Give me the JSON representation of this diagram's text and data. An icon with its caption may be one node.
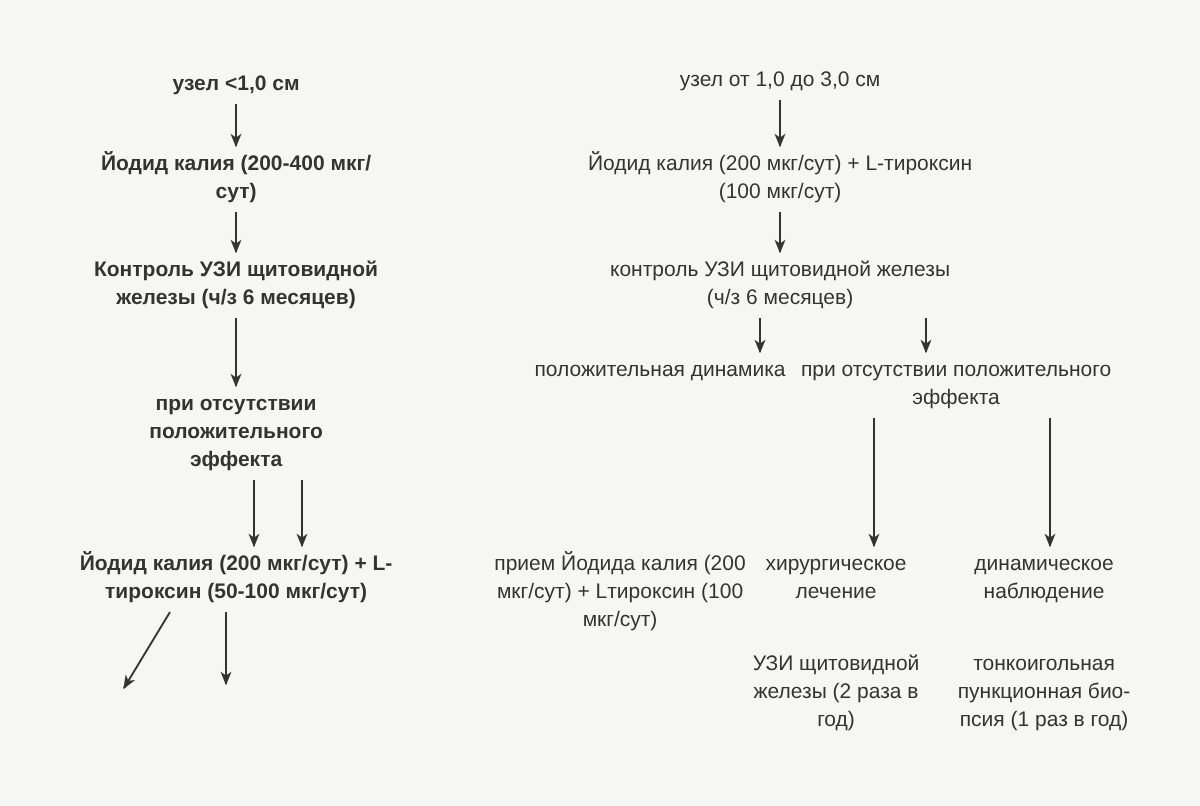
{
  "diagram": {
    "nodes": [
      {
        "text": [
          "узел <1,0 см"
        ]
      },
      {
        "text": [
          "Йодид калия (200-400 мкг/сут)"
        ]
      },
      {
        "text": [
          "Контроль УЗИ щитовидной железы (ч/з 6 месяцев)"
        ]
      },
      {
        "text": [
          "при отсутствии положительного эффекта"
        ]
      },
      {
        "text": [
          "Йодид калия (200 мкг/сут) + L-тироксин (50-100 мкг/сут)"
        ]
      },
      {
        "text": [
          "узел от 1,0 до 3,0 см"
        ]
      },
      {
        "text": [
          "Йодид калия (200 мкг/сут) + L-тироксин (100 мкг/сут)"
        ]
      },
      {
        "text": [
          "контроль УЗИ щитовидной железы (ч/з 6 месяцев)"
        ]
      },
      {
        "text": [
          "положительная динамика"
        ]
      },
      {
        "text": [
          "при отсутствии положительного эффекта"
        ]
      },
      {
        "text": [
          "прием Йодида калия (200 мкг/сут) + Lтироксин (100 мкг/сут)"
        ]
      },
      {
        "text": [
          "хирургическое лечение"
        ]
      },
      {
        "text": [
          "динамическое наблюдение"
        ]
      },
      {
        "text": [
          "УЗИ щитовидной железы (2 раза в год)"
        ]
      },
      {
        "text": [
          "тонкоигольная пункционная био- псия (1 раз в год)"
        ]
      }
    ],
    "edges": [
      {
        "from": 0,
        "to": 1,
        "arrow": "to"
      },
      {
        "from": 1,
        "to": 2,
        "arrow": "to"
      },
      {
        "from": 2,
        "to": 3,
        "arrow": "to"
      },
      {
        "from": 3,
        "to": 4,
        "arrow": "to"
      },
      {
        "from": 3,
        "to": 4,
        "arrow": "to"
      },
      {
        "from": 4,
        "to": null,
        "arrow": "to"
      },
      {
        "from": 4,
        "to": null,
        "arrow": "to"
      },
      {
        "from": 5,
        "to": 6,
        "arrow": "to"
      },
      {
        "from": 6,
        "to": 7,
        "arrow": "to"
      },
      {
        "from": 7,
        "to": 8,
        "arrow": "to"
      },
      {
        "from": 7,
        "to": 9,
        "arrow": "to"
      },
      {
        "from": 9,
        "to": 11,
        "arrow": "to"
      },
      {
        "from": 9,
        "to": 12,
        "arrow": "to"
      }
    ]
  }
}
